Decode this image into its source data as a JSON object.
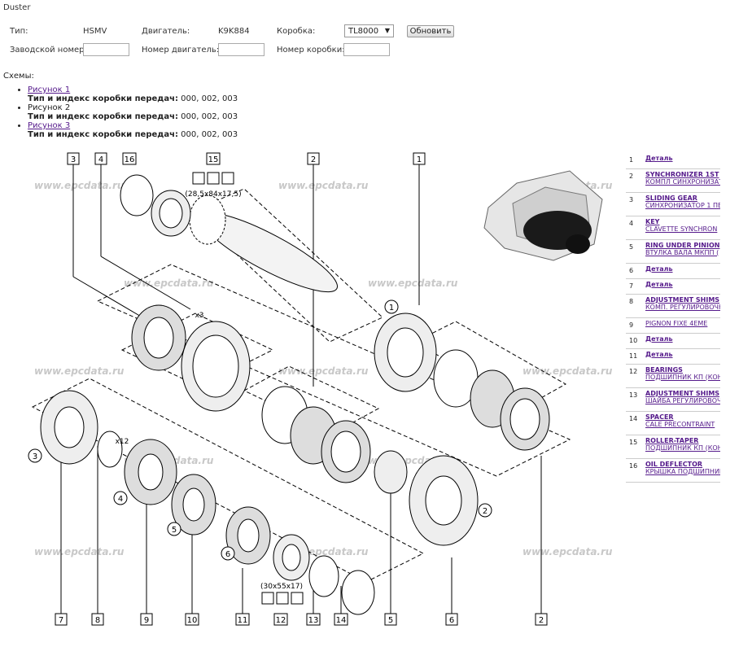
{
  "page": {
    "title": "Duster"
  },
  "info": {
    "type_label": "Тип:",
    "type_value": "HSMV",
    "engine_label": "Двигатель:",
    "engine_value": "K9K884",
    "box_label": "Коробка:",
    "box_value": "TL8000",
    "refresh_label": "Обновить",
    "factory_label": "Заводской номер:",
    "engine_no_label": "Номер двигатель:",
    "box_no_label": "Номер коробки:"
  },
  "schemes": {
    "label": "Схемы:",
    "items": [
      {
        "name": "Рисунок 1",
        "link": true,
        "desc_label": "Тип и индекс коробки передач:",
        "desc_value": "000, 002, 003"
      },
      {
        "name": "Рисунок 2",
        "link": false,
        "desc_label": "Тип и индекс коробки передач:",
        "desc_value": "000, 002, 003"
      },
      {
        "name": "Рисунок 3",
        "link": true,
        "desc_label": "Тип и индекс коробки передач:",
        "desc_value": "000, 002, 003"
      }
    ]
  },
  "diagram": {
    "watermark": "www.epcdata.ru",
    "callouts": [
      "3",
      "4",
      "16",
      "15",
      "2",
      "1",
      "7",
      "8",
      "9",
      "10",
      "11",
      "12",
      "13",
      "14",
      "5",
      "6",
      "2"
    ],
    "circles": [
      "1",
      "2",
      "3",
      "4",
      "5",
      "6"
    ],
    "dim_top": "(28,5x84x17,5)",
    "dim_bottom": "(30x55x17)",
    "x12": "x12",
    "x3": "x3"
  },
  "parts": [
    {
      "num": "1",
      "name": "Деталь",
      "desc": ""
    },
    {
      "num": "2",
      "name": "SYNCHRONIZER 1ST",
      "desc": "КОМПЛ СИНХРОНИЗАТО"
    },
    {
      "num": "3",
      "name": "SLIDING GEAR",
      "desc": "СИНХРОНИЗАТОР 1 ПЕ"
    },
    {
      "num": "4",
      "name": "KEY",
      "desc": "CLAVETTE SYNCHRON"
    },
    {
      "num": "5",
      "name": "RING UNDER PINION",
      "desc": "ВТУЛКА ВАЛА МКПП ("
    },
    {
      "num": "6",
      "name": "Деталь",
      "desc": ""
    },
    {
      "num": "7",
      "name": "Деталь",
      "desc": ""
    },
    {
      "num": "8",
      "name": "ADJUSTMENT SHIMS",
      "desc": "КОМП. РЕГУЛИРОВОЧН"
    },
    {
      "num": "9",
      "name": "",
      "desc": "PIGNON FIXE 4EME"
    },
    {
      "num": "10",
      "name": "Деталь",
      "desc": ""
    },
    {
      "num": "11",
      "name": "Деталь",
      "desc": ""
    },
    {
      "num": "12",
      "name": "BEARINGS",
      "desc": "ПОДШИПНИК КП (КОНИ"
    },
    {
      "num": "13",
      "name": "ADJUSTMENT SHIMS",
      "desc": "ШАЙБА РЕГУЛИРОВОЧН"
    },
    {
      "num": "14",
      "name": "SPACER",
      "desc": "CALE PRECONTRAINT"
    },
    {
      "num": "15",
      "name": "ROLLER-TAPER",
      "desc": "ПОДШИПНИК КП (КОНИ"
    },
    {
      "num": "16",
      "name": "OIL DEFLECTOR",
      "desc": "КРЫШКА ПОДШИПНИКА"
    }
  ]
}
